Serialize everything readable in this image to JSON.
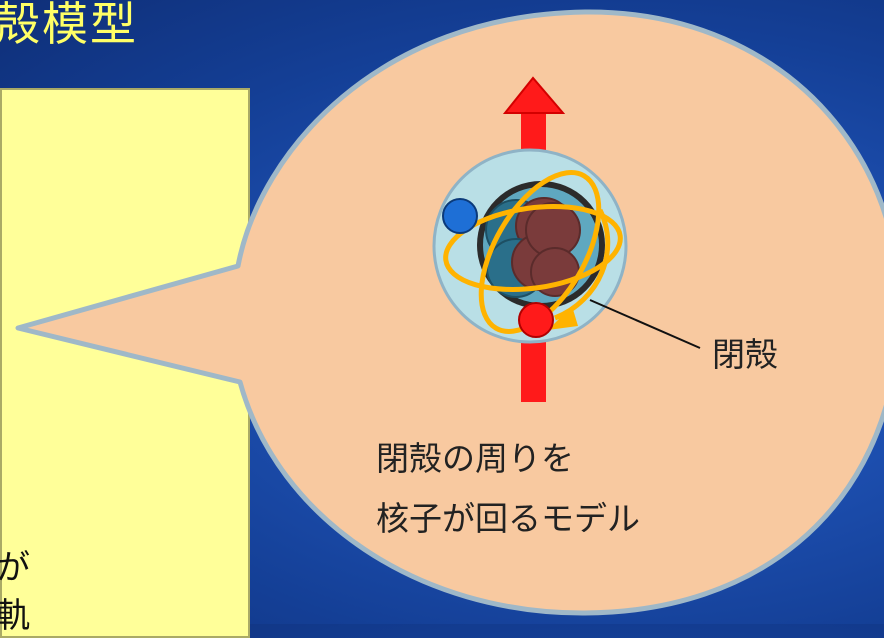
{
  "slide": {
    "title_fragment": "殻模型"
  },
  "left_panel": {
    "text_line_1": "が",
    "text_line_2": "軌"
  },
  "bubble": {
    "closed_shell_label": "閉殻",
    "caption_line_1": "閉殻の周りを",
    "caption_line_2": "核子が回るモデル"
  },
  "colors": {
    "background": "#1d4fb0",
    "title": "#ffff66",
    "panel": "#ffff99",
    "bubble_fill": "#f8c9a0",
    "bubble_border": "#9fb8c8",
    "spin_arrow": "#ff1a1a",
    "orbit": "#ffb300",
    "neutron": "#2a6f8a",
    "proton": "#7a3b3b",
    "valence_proton": "#ff1a1a",
    "valence_neutron": "#1e6fd6"
  }
}
